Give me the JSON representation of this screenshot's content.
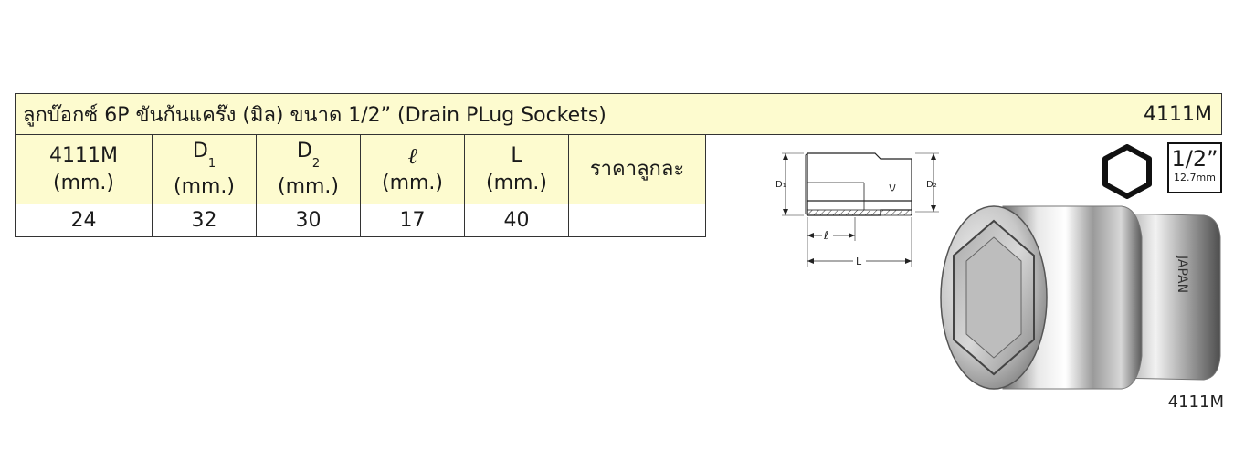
{
  "title": {
    "text": "ลูกบ๊อกซ์  6P ขันก้นแคร๊ง (มิล) ขนาด 1/2” (Drain PLug Sockets)",
    "code": "4111M"
  },
  "table": {
    "headers": [
      {
        "line1": "4111M",
        "sub": "",
        "line2": "(mm.)"
      },
      {
        "line1": "D",
        "sub": "1",
        "line2": "(mm.)"
      },
      {
        "line1": "D",
        "sub": "2",
        "line2": "(mm.)"
      },
      {
        "line1": "ℓ",
        "sub": "",
        "line2": "(mm.)"
      },
      {
        "line1": "L",
        "sub": "",
        "line2": "(mm.)"
      },
      {
        "line1": "ราคาลูกละ",
        "sub": "",
        "line2": ""
      }
    ],
    "rows": [
      [
        "24",
        "32",
        "30",
        "17",
        "40",
        ""
      ]
    ]
  },
  "drawing": {
    "d1": "D₁",
    "d2": "D₂",
    "ell": "ℓ",
    "L": "L"
  },
  "drive": {
    "size": "1/2”",
    "mm": "12.7mm"
  },
  "product_code": "4111M",
  "socket_engraving": "JAPAN"
}
